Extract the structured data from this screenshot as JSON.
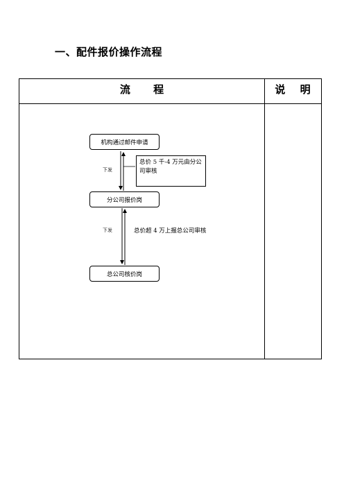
{
  "title": "一、配件报价操作流程",
  "table": {
    "col_flow": "流 程",
    "col_note": "说 明"
  },
  "flow": {
    "box1": "机构通过邮件申请",
    "box2": "分公司报价岗",
    "box3": "总公司核价岗",
    "note1": "总价 5 千-4 万元由分公司审核",
    "label_send1": "下发",
    "label_send2": "下发",
    "label_upper": "总价超 4 万上报总公司审核"
  }
}
